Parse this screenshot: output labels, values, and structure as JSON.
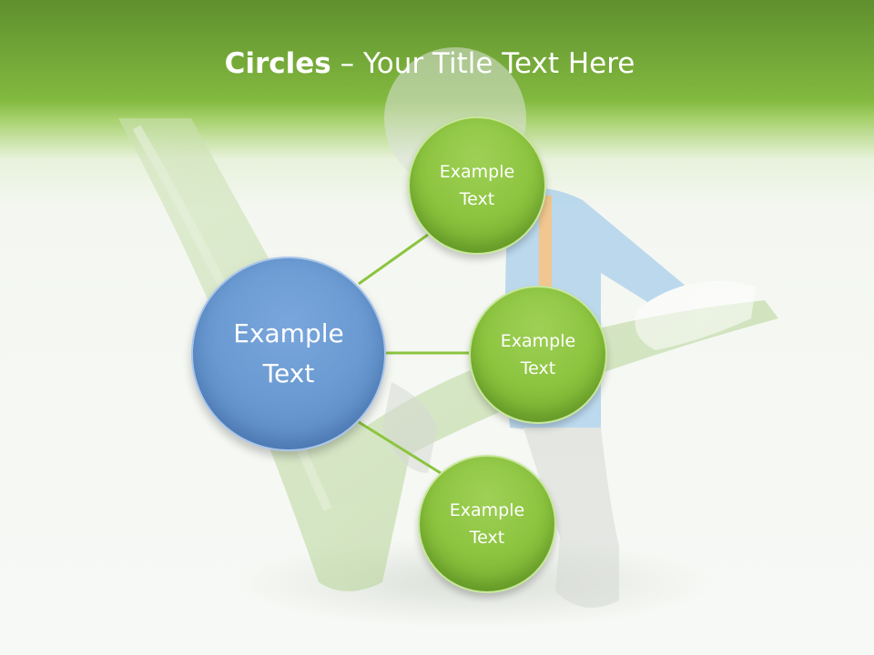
{
  "title": {
    "bold": "Circles",
    "rest": " – Your Title Text Here"
  },
  "diagram": {
    "center": {
      "label": "Example\nText",
      "color": "#6b9bd2"
    },
    "nodes": [
      {
        "label": "Example\nText"
      },
      {
        "label": "Example\nText"
      },
      {
        "label": "Example\nText"
      }
    ],
    "node_color": "#8cc43f",
    "connector_color": "#8cc43f"
  }
}
